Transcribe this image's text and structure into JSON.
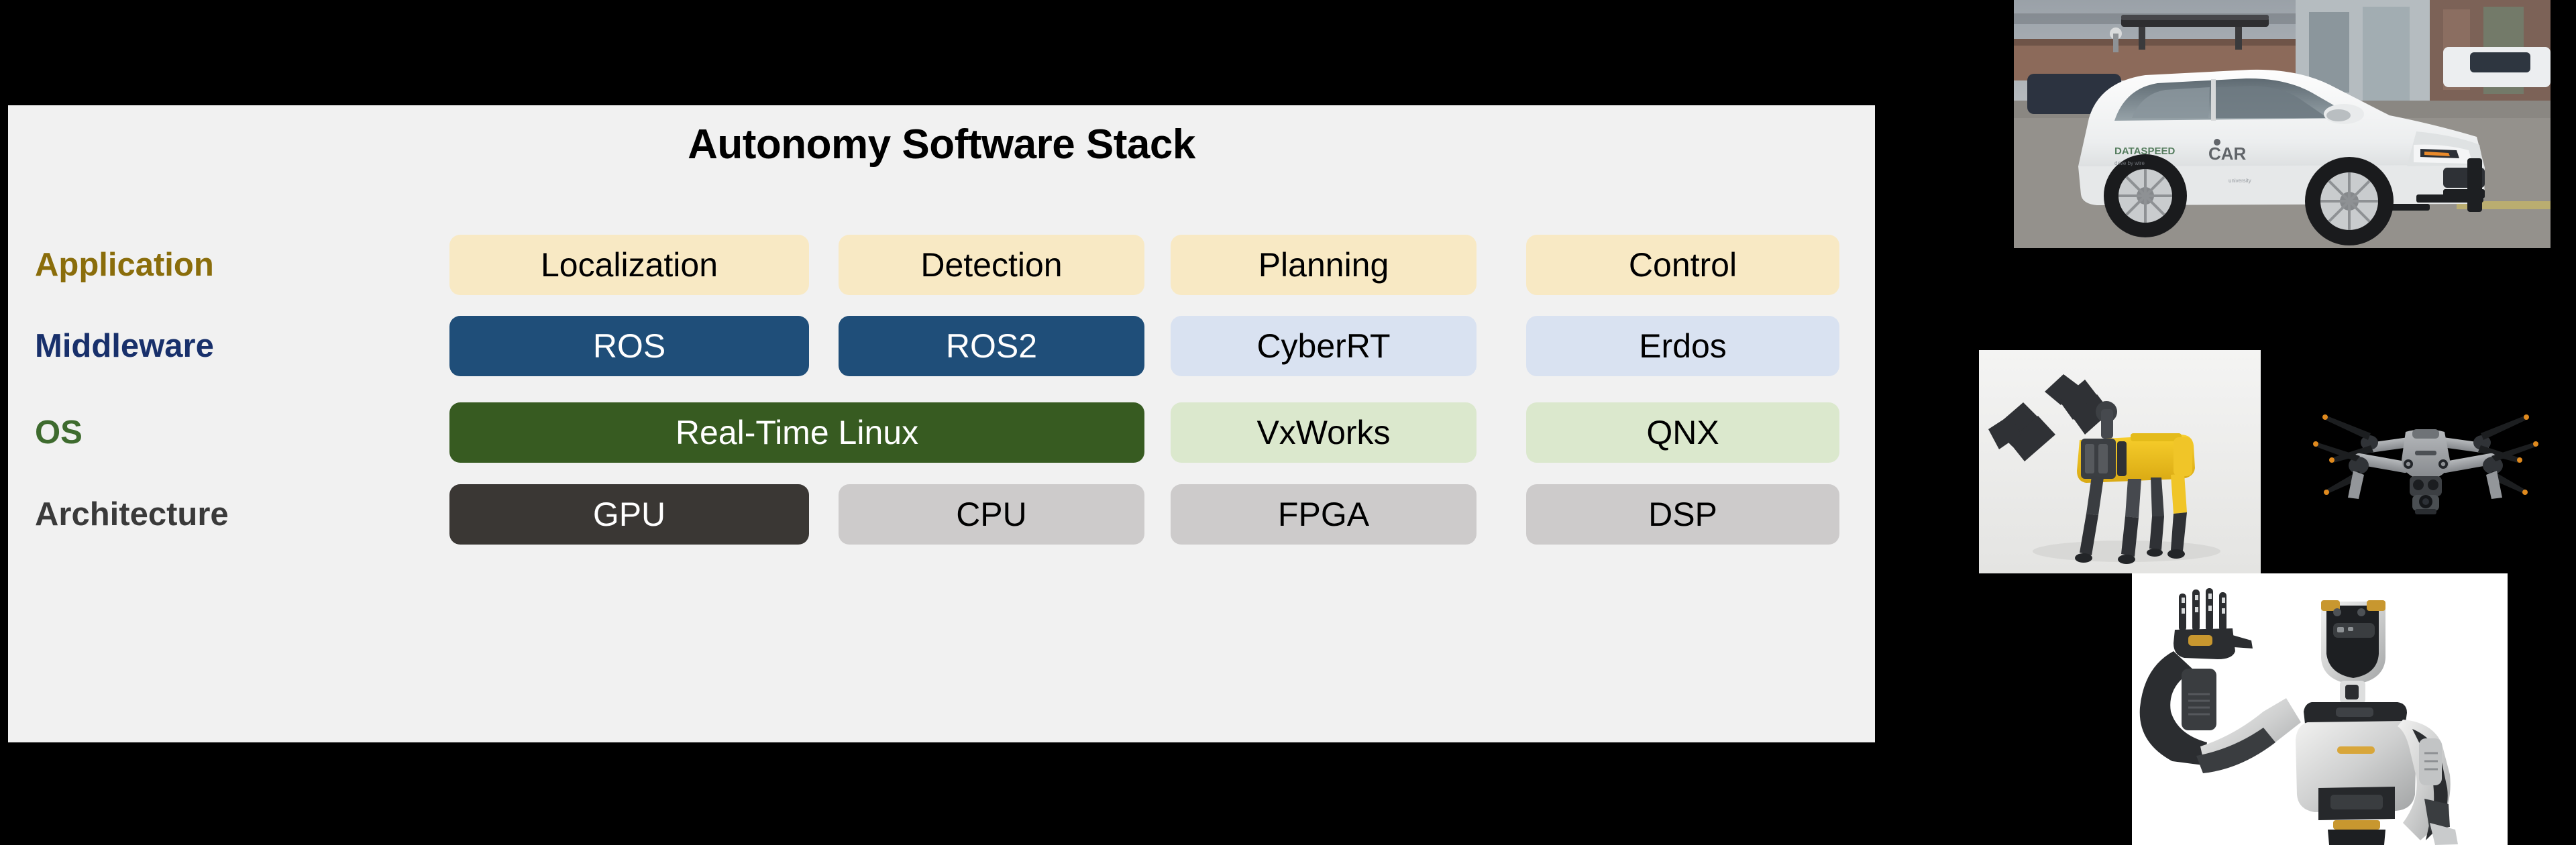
{
  "diagram": {
    "title": "Autonomy Software Stack",
    "panel_background": "#f1f1f1",
    "page_background": "#000000",
    "rows": [
      {
        "label": "Application",
        "label_color": "#8a6d0b",
        "cells": [
          {
            "label": "Localization",
            "bg": "#f8e9c4",
            "fg": "#000000",
            "span": 1
          },
          {
            "label": "Detection",
            "bg": "#f8e9c4",
            "fg": "#000000",
            "span": 1
          },
          {
            "label": "Planning",
            "bg": "#f8e9c4",
            "fg": "#000000",
            "span": 1
          },
          {
            "label": "Control",
            "bg": "#f8e9c4",
            "fg": "#000000",
            "span": 1
          }
        ]
      },
      {
        "label": "Middleware",
        "label_color": "#18306b",
        "cells": [
          {
            "label": "ROS",
            "bg": "#1f4e79",
            "fg": "#ffffff",
            "span": 1
          },
          {
            "label": "ROS2",
            "bg": "#1f4e79",
            "fg": "#ffffff",
            "span": 1
          },
          {
            "label": "CyberRT",
            "bg": "#d9e2f1",
            "fg": "#000000",
            "span": 1
          },
          {
            "label": "Erdos",
            "bg": "#d9e2f1",
            "fg": "#000000",
            "span": 1
          }
        ]
      },
      {
        "label": "OS",
        "label_color": "#3e6b2e",
        "cells": [
          {
            "label": "Real-Time Linux",
            "bg": "#375b21",
            "fg": "#ffffff",
            "span": 2
          },
          {
            "label": "VxWorks",
            "bg": "#dbe8cd",
            "fg": "#000000",
            "span": 1
          },
          {
            "label": "QNX",
            "bg": "#dbe8cd",
            "fg": "#000000",
            "span": 1
          }
        ]
      },
      {
        "label": "Architecture",
        "label_color": "#3a3a3a",
        "cells": [
          {
            "label": "GPU",
            "bg": "#3a3734",
            "fg": "#ffffff",
            "span": 1
          },
          {
            "label": "CPU",
            "bg": "#cdcbcb",
            "fg": "#000000",
            "span": 1
          },
          {
            "label": "FPGA",
            "bg": "#cdcbcb",
            "fg": "#000000",
            "span": 1
          },
          {
            "label": "DSP",
            "bg": "#cdcbcb",
            "fg": "#000000",
            "span": 1
          }
        ]
      }
    ]
  },
  "photos": [
    {
      "name": "autonomous-vehicle",
      "caption": "White autonomous research sedan with roof sensor rack in a parking lot"
    },
    {
      "name": "quadruped-robot",
      "caption": "Yellow and black quadruped robot with manipulator arm"
    },
    {
      "name": "quadcopter-drone",
      "caption": "Grey quadcopter drone with orange-tipped propellers"
    },
    {
      "name": "humanoid-robot",
      "caption": "Silver and black humanoid robot raising one hand"
    }
  ]
}
